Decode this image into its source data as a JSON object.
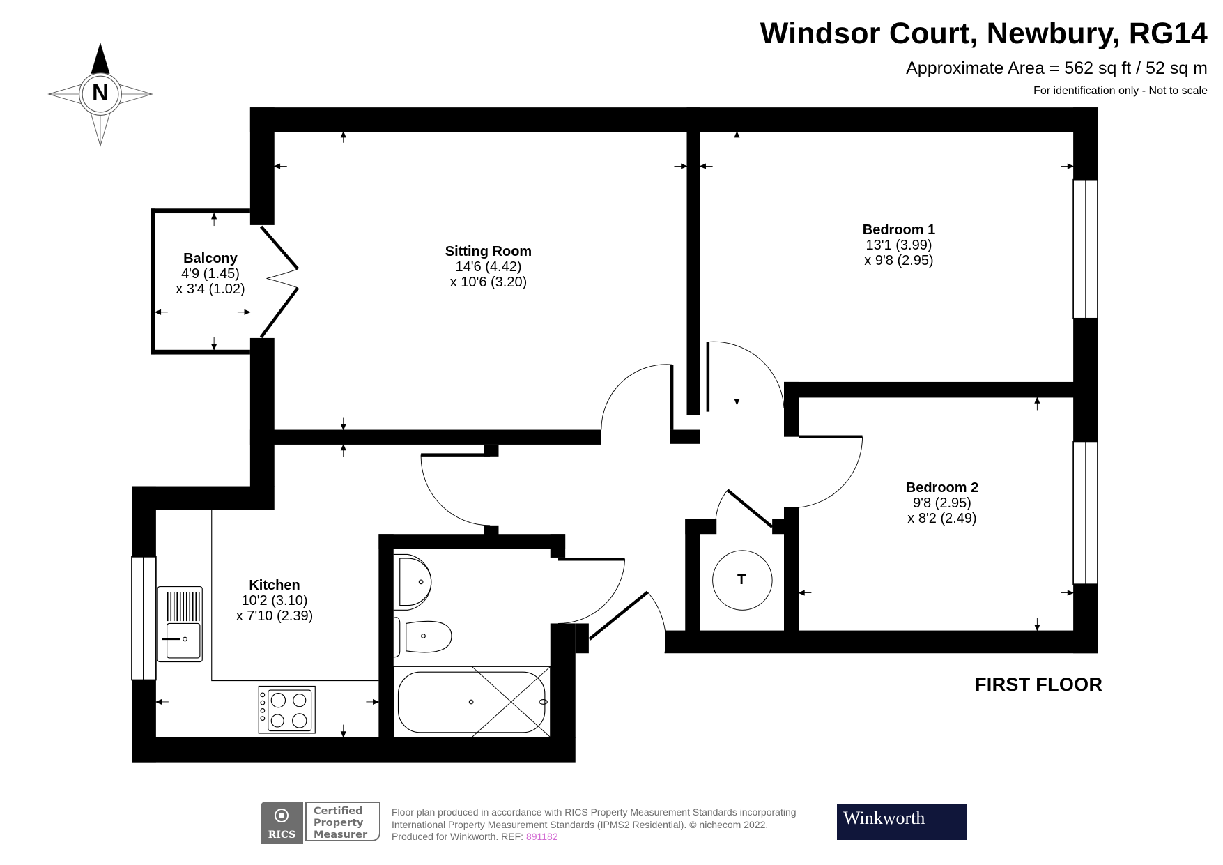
{
  "header": {
    "title": "Windsor Court, Newbury, RG14",
    "area": "Approximate Area = 562 sq ft / 52 sq m",
    "disclaimer": "For identification only - Not to scale"
  },
  "compass": {
    "label": "N",
    "icon": "compass-rose-icon"
  },
  "rooms": [
    {
      "name": "Balcony",
      "dim1": "4'9 (1.45)",
      "dim2": "x 3'4 (1.02)"
    },
    {
      "name": "Sitting Room",
      "dim1": "14'6 (4.42)",
      "dim2": "x 10'6 (3.20)"
    },
    {
      "name": "Bedroom 1",
      "dim1": "13'1 (3.99)",
      "dim2": "x 9'8 (2.95)"
    },
    {
      "name": "Bedroom 2",
      "dim1": "9'8 (2.95)",
      "dim2": "x 8'2 (2.49)"
    },
    {
      "name": "Kitchen",
      "dim1": "10'2 (3.10)",
      "dim2": "x 7'10 (2.39)"
    }
  ],
  "cupboard_label": "T",
  "floor_label": "FIRST FLOOR",
  "footer": {
    "rics_logo_text": "RICS",
    "rics_badge": [
      "Certified",
      "Property",
      "Measurer"
    ],
    "line1": "Floor plan produced in accordance with RICS Property Measurement Standards incorporating",
    "line2": "International Property Measurement Standards (IPMS2 Residential).   © nichecom 2022.",
    "line3_prefix": "Produced for Winkworth.   REF: ",
    "ref": "891182",
    "brand": "Winkworth",
    "brand_color": "#10163a",
    "ref_color": "#d36bd3"
  }
}
